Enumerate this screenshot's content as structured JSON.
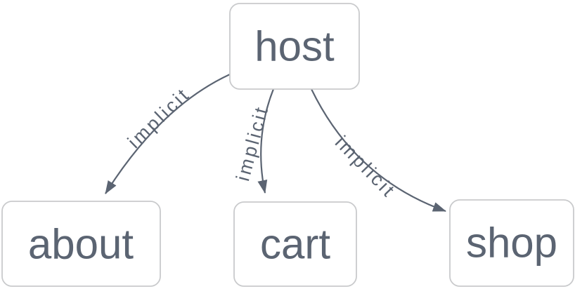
{
  "diagram": {
    "type": "dependency-graph",
    "colors": {
      "background": "#ffffff",
      "node_fill": "#ffffff",
      "node_border": "#c9cacc",
      "text": "#5b6472",
      "edge": "#5b6472"
    },
    "nodes": [
      {
        "id": "host",
        "label": "host"
      },
      {
        "id": "about",
        "label": "about"
      },
      {
        "id": "cart",
        "label": "cart"
      },
      {
        "id": "shop",
        "label": "shop"
      }
    ],
    "edges": [
      {
        "from": "host",
        "to": "about",
        "label": "implicit"
      },
      {
        "from": "host",
        "to": "cart",
        "label": "implicit"
      },
      {
        "from": "host",
        "to": "shop",
        "label": "implicit"
      }
    ]
  }
}
